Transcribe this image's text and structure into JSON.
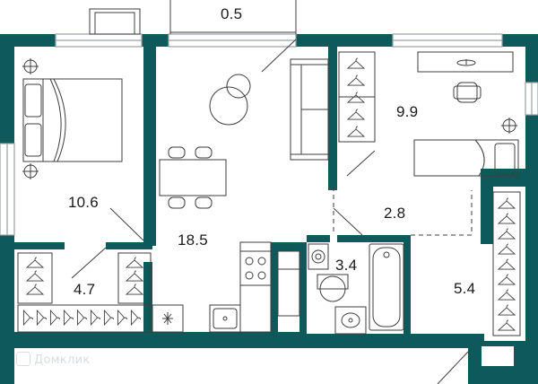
{
  "rooms": {
    "balcony": "0.5",
    "bedroom": "10.6",
    "living": "18.5",
    "bedroom2": "9.9",
    "hall": "2.8",
    "bathroom": "3.4",
    "wardrobe_small": "4.7",
    "wardrobe_right": "5.4"
  },
  "watermark": "Домклик",
  "colors": {
    "wall": "#0e5a5a",
    "line": "#3d3d3d",
    "window": "#9aa0a3"
  }
}
